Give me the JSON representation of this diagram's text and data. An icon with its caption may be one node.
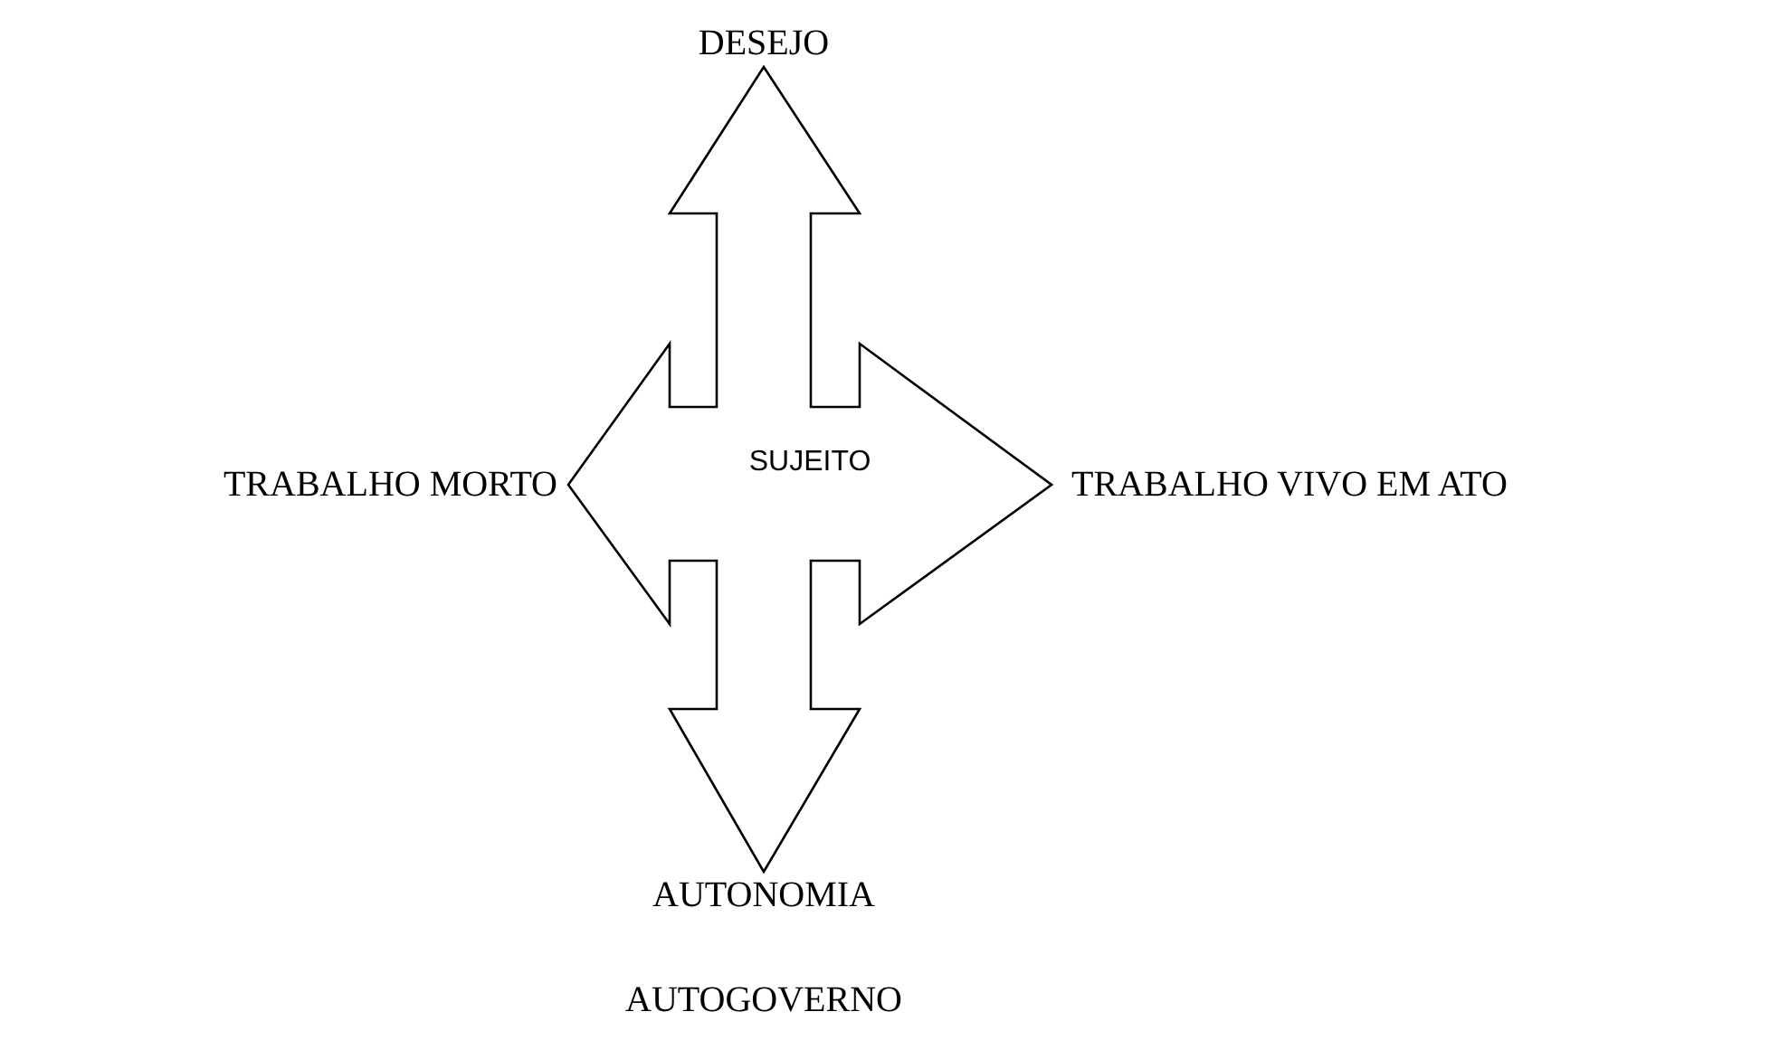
{
  "diagram": {
    "nodes": [
      {
        "text": [
          "SUJEITO"
        ]
      }
    ],
    "labels": [
      "DESEJO",
      "TRABALHO MORTO",
      "TRABALHO VIVO EM ATO",
      "AUTONOMIA",
      "AUTOGOVERNO"
    ]
  }
}
